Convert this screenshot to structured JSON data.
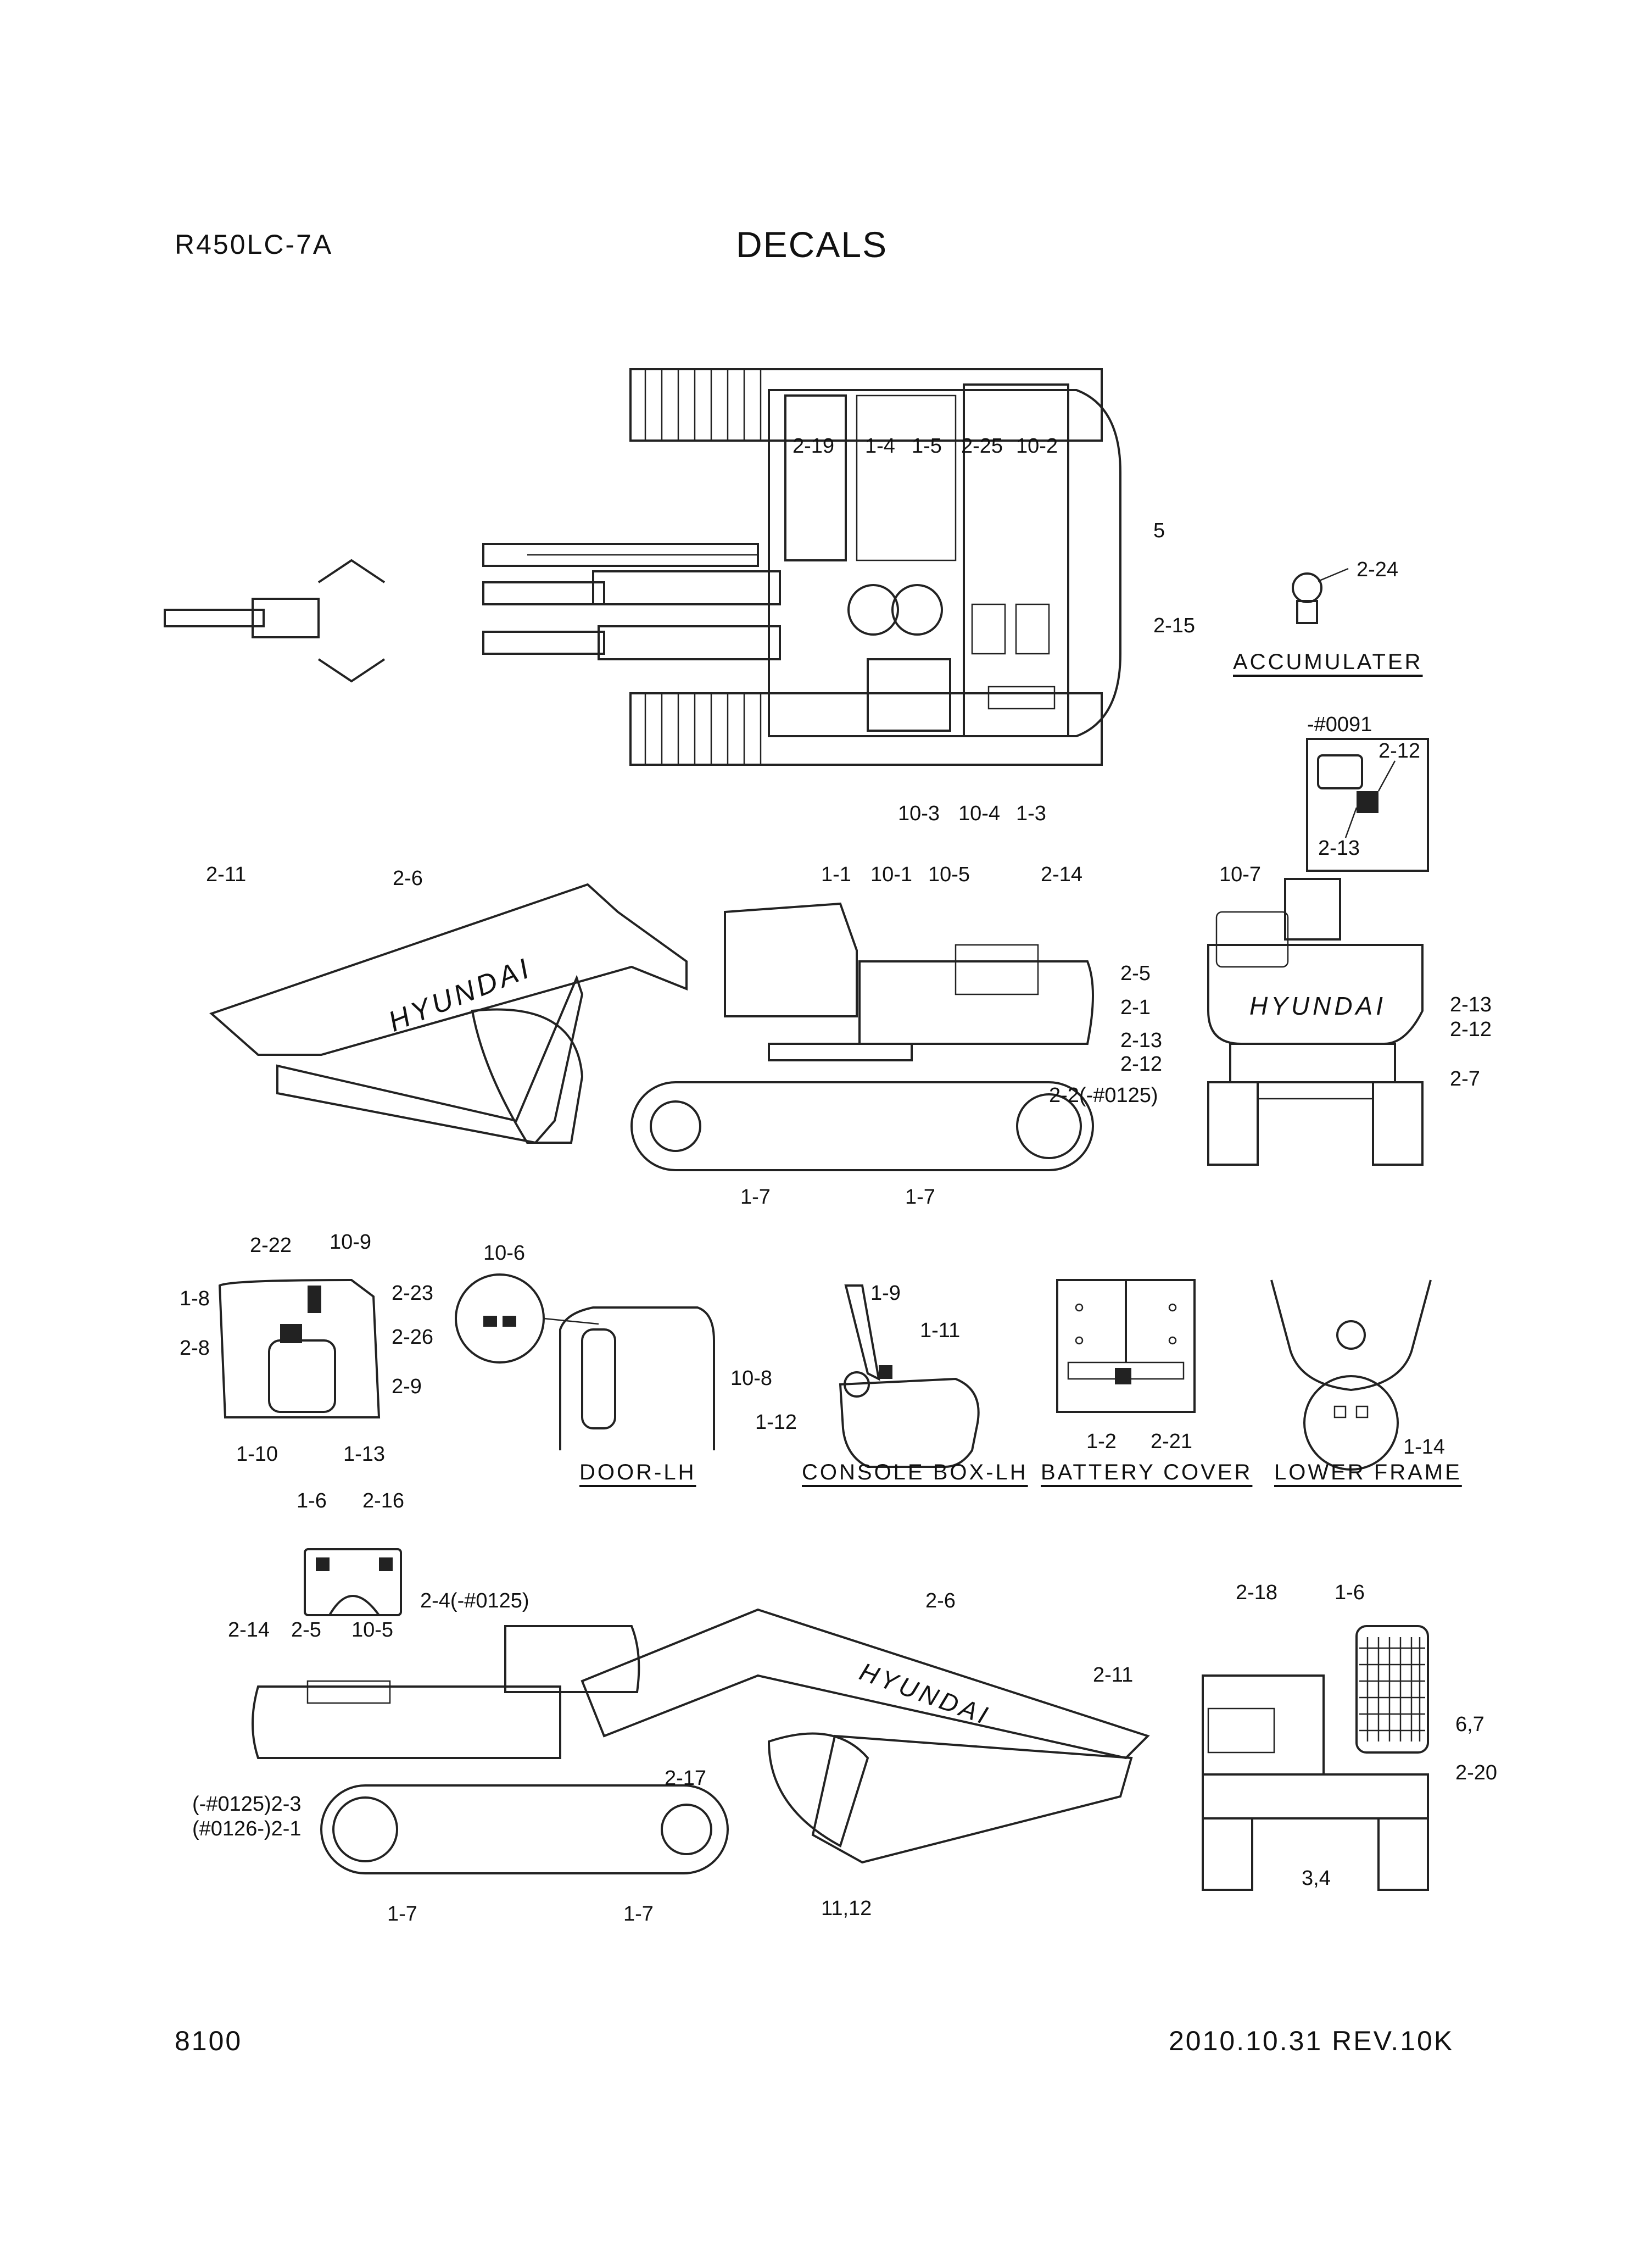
{
  "header": {
    "model": "R450LC-7A",
    "title": "DECALS"
  },
  "footer": {
    "page_number": "8100",
    "revision": "2010.10.31  REV.10K"
  },
  "captions": {
    "accumulater": "ACCUMULATER",
    "door_lh": "DOOR-LH",
    "console_box_lh": "CONSOLE BOX-LH",
    "battery_cover": "BATTERY COVER",
    "lower_frame": "LOWER FRAME"
  },
  "brand_marking": "HYUNDAI",
  "callouts": {
    "top_view": [
      "2-19",
      "1-4",
      "1-5",
      "2-25",
      "10-2",
      "5",
      "2-15",
      "10-3",
      "10-4",
      "1-3"
    ],
    "accumulator": [
      "2-24"
    ],
    "serial_detail": [
      "-#0091",
      "2-12",
      "2-13"
    ],
    "side_left": [
      "2-11",
      "2-6",
      "1-1",
      "10-1",
      "10-5",
      "2-14",
      "2-5",
      "2-1",
      "2-13",
      "2-12",
      "2-2(-#0125)",
      "1-7",
      "1-7"
    ],
    "rear_view": [
      "10-7",
      "2-13",
      "2-12",
      "2-7"
    ],
    "cab_interior": [
      "2-22",
      "10-9",
      "2-23",
      "1-8",
      "2-26",
      "2-8",
      "2-9",
      "1-10",
      "1-13"
    ],
    "door": [
      "10-6",
      "10-8"
    ],
    "console": [
      "1-9",
      "1-11",
      "1-12"
    ],
    "battery": [
      "1-2",
      "2-21"
    ],
    "lower_frame": [
      "1-14"
    ],
    "hood": [
      "1-6",
      "2-16"
    ],
    "side_right": [
      "2-4(-#0125)",
      "2-14",
      "2-5",
      "10-5",
      "2-6",
      "2-11",
      "2-17",
      "(-#0125)2-3",
      "(#0126-)2-1",
      "1-7",
      "1-7",
      "11,12"
    ],
    "rear_cab": [
      "2-18",
      "1-6",
      "6,7",
      "2-20",
      "3,4"
    ]
  }
}
